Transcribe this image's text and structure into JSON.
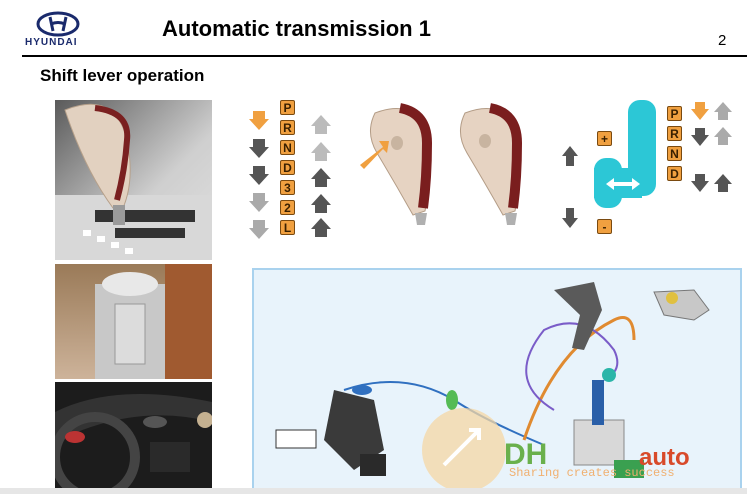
{
  "header": {
    "brand": "HYUNDAI",
    "title": "Automatic transmission 1",
    "page_number": "2"
  },
  "section": {
    "subtitle": "Shift lever operation"
  },
  "gear_positions_left": [
    "P",
    "R",
    "N",
    "D",
    "3",
    "2",
    "L"
  ],
  "gear_positions_right": [
    "P",
    "R",
    "N",
    "D"
  ],
  "manual_gate": {
    "plus": "+",
    "minus": "-"
  },
  "watermark": {
    "text": "auto",
    "tagline": "Sharing creates success"
  },
  "colors": {
    "accent_orange": "#f0a040",
    "gate_cyan": "#2cc7d6",
    "diagram_bg": "#e8f3fb"
  },
  "icons": [
    "hyundai-logo-icon",
    "arrow-up-icon",
    "arrow-down-icon",
    "knob-icon",
    "gate-icon"
  ]
}
